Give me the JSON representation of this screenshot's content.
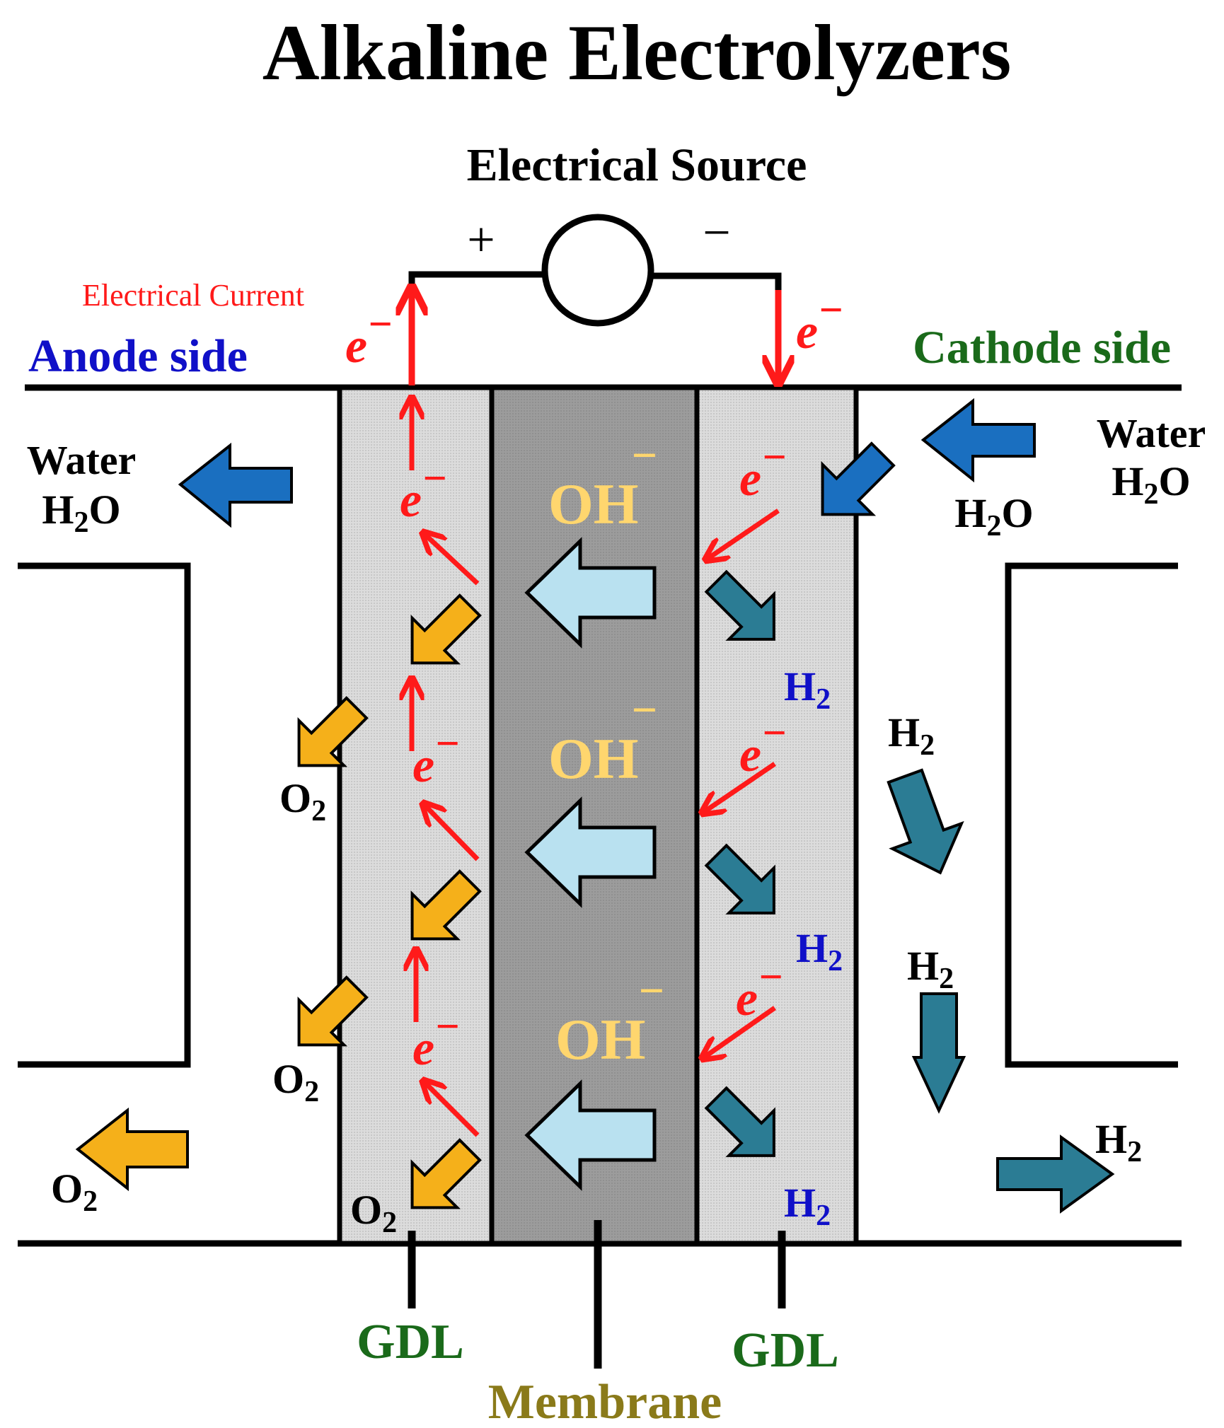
{
  "title": "Alkaline Electrolyzers",
  "source": {
    "label": "Electrical Source",
    "plus": "+",
    "minus": "−"
  },
  "current_label": "Electrical Current",
  "electron": "e",
  "electron_charge": "−",
  "anode_label": "Anode side",
  "cathode_label": "Cathode side",
  "water_left": {
    "line1": "Water",
    "line2_base": "H",
    "line2_sub": "2",
    "line2_end": "O"
  },
  "water_right": {
    "line1": "Water",
    "line2_base": "H",
    "line2_sub": "2",
    "line2_end": "O"
  },
  "water_in_small": {
    "base": "H",
    "sub": "2",
    "end": "O"
  },
  "ion": {
    "base": "OH",
    "charge": "−"
  },
  "o2": {
    "base": "O",
    "sub": "2"
  },
  "h2": {
    "base": "H",
    "sub": "2"
  },
  "gdl_left": "GDL",
  "gdl_right": "GDL",
  "membrane": "Membrane",
  "colors": {
    "red": "#ff1a1a",
    "anode_blue": "#1010c8",
    "cathode_green": "#1a6a1a",
    "water_blue": "#1a6fc0",
    "h2_teal": "#2b7c94",
    "o2_orange": "#f5b01a",
    "ion_arrow": "#b9e1f0",
    "ion_text": "#ffd66e",
    "gdl_fill": "#d6d6d6",
    "membrane_fill": "#9a9a9a",
    "membrane_text": "#8a7a1a"
  }
}
